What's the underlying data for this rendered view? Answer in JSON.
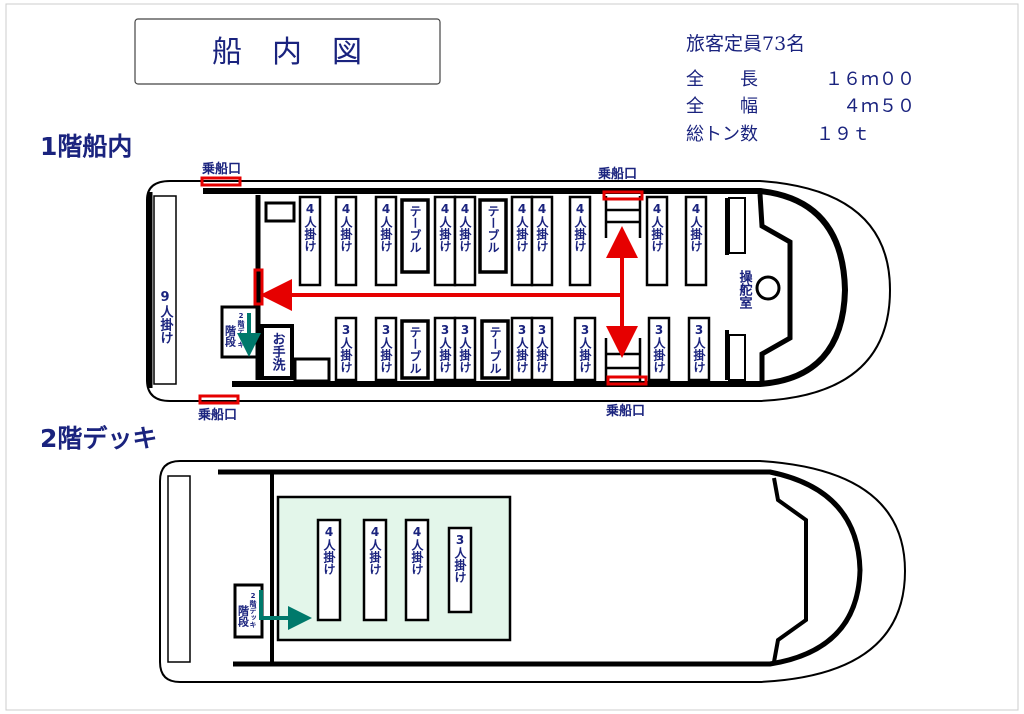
{
  "title": "船　内　図",
  "specs": {
    "capacity": "旅客定員73名",
    "rows": [
      {
        "label": "全　　長",
        "value": "１６ｍ００"
      },
      {
        "label": "全　　幅",
        "value": "４ｍ５０"
      },
      {
        "label": "総トン数",
        "value": "１９ｔ"
      }
    ]
  },
  "deck1": {
    "heading": "1階船内",
    "boarding": [
      "乗船口",
      "乗船口",
      "乗船口",
      "乗船口"
    ],
    "bench": "9人掛け",
    "stairs": "階段",
    "stairs_note": "2階デッキ",
    "toilet": "お手洗",
    "bridge": "操舵室",
    "top_row": [
      "4人掛け",
      "4人掛け",
      "4人掛け",
      "テーブル",
      "4人掛け",
      "4人掛け",
      "テーブル",
      "4人掛け",
      "4人掛け",
      "4人掛け",
      "4人掛け",
      "4人掛け"
    ],
    "bottom_row": [
      "3人掛け",
      "3人掛け",
      "テーブル",
      "3人掛け",
      "3人掛け",
      "テーブル",
      "3人掛け",
      "3人掛け",
      "3人掛け",
      "3人掛け",
      "3人掛け"
    ]
  },
  "deck2": {
    "heading": "2階デッキ",
    "stairs": "階段",
    "stairs_note": "2階デッキ",
    "seats": [
      "4人掛け",
      "4人掛け",
      "4人掛け",
      "3人掛け"
    ]
  },
  "colors": {
    "navy": "#1a237e",
    "red": "#e60000",
    "teal": "#00796b",
    "deck_green": "#e3f6ea"
  }
}
